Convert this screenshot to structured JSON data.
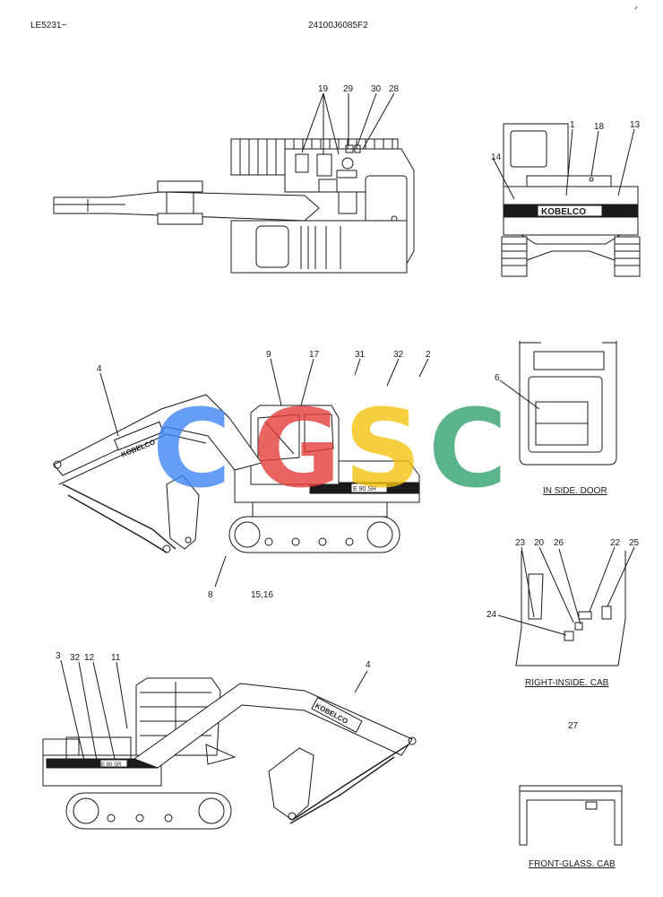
{
  "header": {
    "left_code": "LE5231~",
    "drawing_number": "24100J6085F2",
    "corner_mark": "ᐟ"
  },
  "brand": {
    "logo_text": "KOBELCO",
    "model_text": "E 90 SR"
  },
  "views": {
    "top_view": {
      "callouts": [
        "19",
        "29",
        "30",
        "28"
      ]
    },
    "rear_view": {
      "callouts": [
        "1",
        "18",
        "13",
        "14"
      ]
    },
    "side_view_left": {
      "callouts": [
        "9",
        "17",
        "31",
        "32",
        "2",
        "4",
        "8",
        "15,16"
      ]
    },
    "side_view_right": {
      "callouts": [
        "3",
        "32",
        "12",
        "11",
        "4"
      ]
    }
  },
  "detail_panels": {
    "inside_door": {
      "caption": "IN SIDE. DOOR",
      "callouts": [
        "6"
      ]
    },
    "right_inside_cab": {
      "caption": "RIGHT-INSIDE. CAB",
      "callouts": [
        "23",
        "20",
        "26",
        "22",
        "25",
        "24"
      ]
    },
    "front_glass_cab": {
      "caption": "FRONT-GLASS. CAB",
      "callouts": [
        "27"
      ]
    }
  },
  "watermark": {
    "letters": [
      "C",
      "G",
      "S",
      "C"
    ],
    "colors": [
      "#3b82f6",
      "#e53935",
      "#f4c20d",
      "#2e9e6b"
    ]
  }
}
